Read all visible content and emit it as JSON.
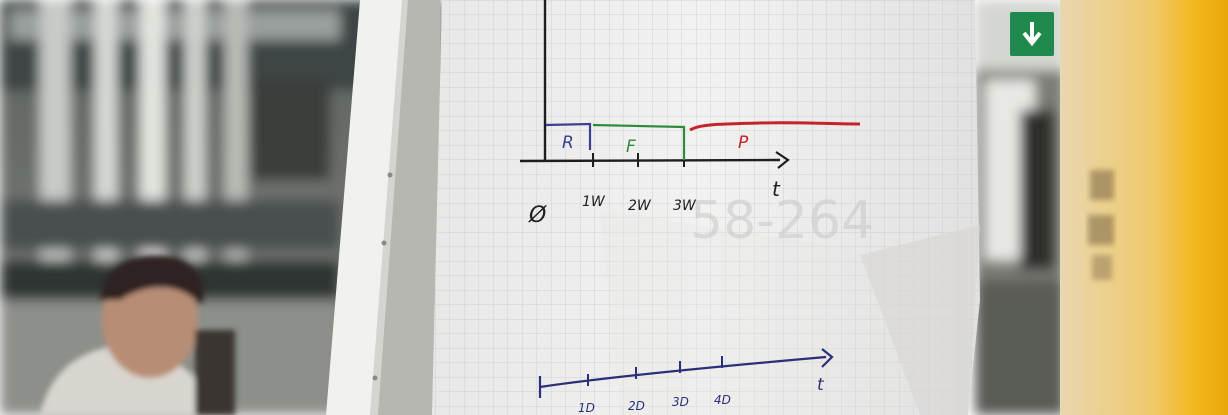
{
  "photo": {
    "subject": "flip-chart-sketch",
    "chart_top": {
      "phases": [
        {
          "letter": "R",
          "color": "#3a3f92"
        },
        {
          "letter": "F",
          "color": "#2e8b3a"
        },
        {
          "letter": "P",
          "color": "#c4232b"
        }
      ],
      "ticks": [
        "Ø",
        "1W",
        "2W",
        "3W"
      ],
      "axis_label": "t",
      "ink": "#1e1e22"
    },
    "chart_bottom": {
      "ticks": [
        "1D",
        "2D",
        "3D",
        "4D"
      ],
      "axis_label": "t",
      "ink": "#2b2f7a"
    },
    "faint_background_text": "58-264"
  }
}
